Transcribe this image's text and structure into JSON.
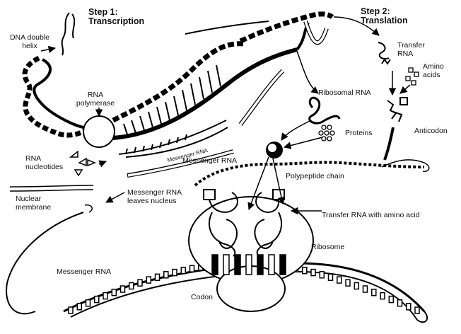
{
  "steps": {
    "step1": "Step 1:",
    "step1_sub": "Transcription",
    "step2": "Step 2:",
    "step2_sub": "Translation"
  },
  "labels": {
    "dna_helix": "DNA double\nhelix",
    "rna_polymerase": "RNA\npolymerase",
    "rna_nucleotides": "RNA\nnucleotides",
    "messenger_rna_strand": "Messenger RNA",
    "messenger_rna_1": "Messenger RNA",
    "nuclear_membrane": "Nuclear\nmembrane",
    "mrna_leaves": "Messenger RNA\nleaves nucleus",
    "messenger_rna_2": "Messenger RNA",
    "codon": "Codon",
    "ribosomal_rna": "Ribosomal RNA",
    "proteins": "Proteins",
    "polypeptide": "Polypeptide chain",
    "transfer_rna": "Transfer\nRNA",
    "amino_acids": "Amino\nacids",
    "anticodon": "Anticodon",
    "trna_with_aa": "Transfer RNA with amino acid",
    "ribosome": "Ribosome"
  }
}
